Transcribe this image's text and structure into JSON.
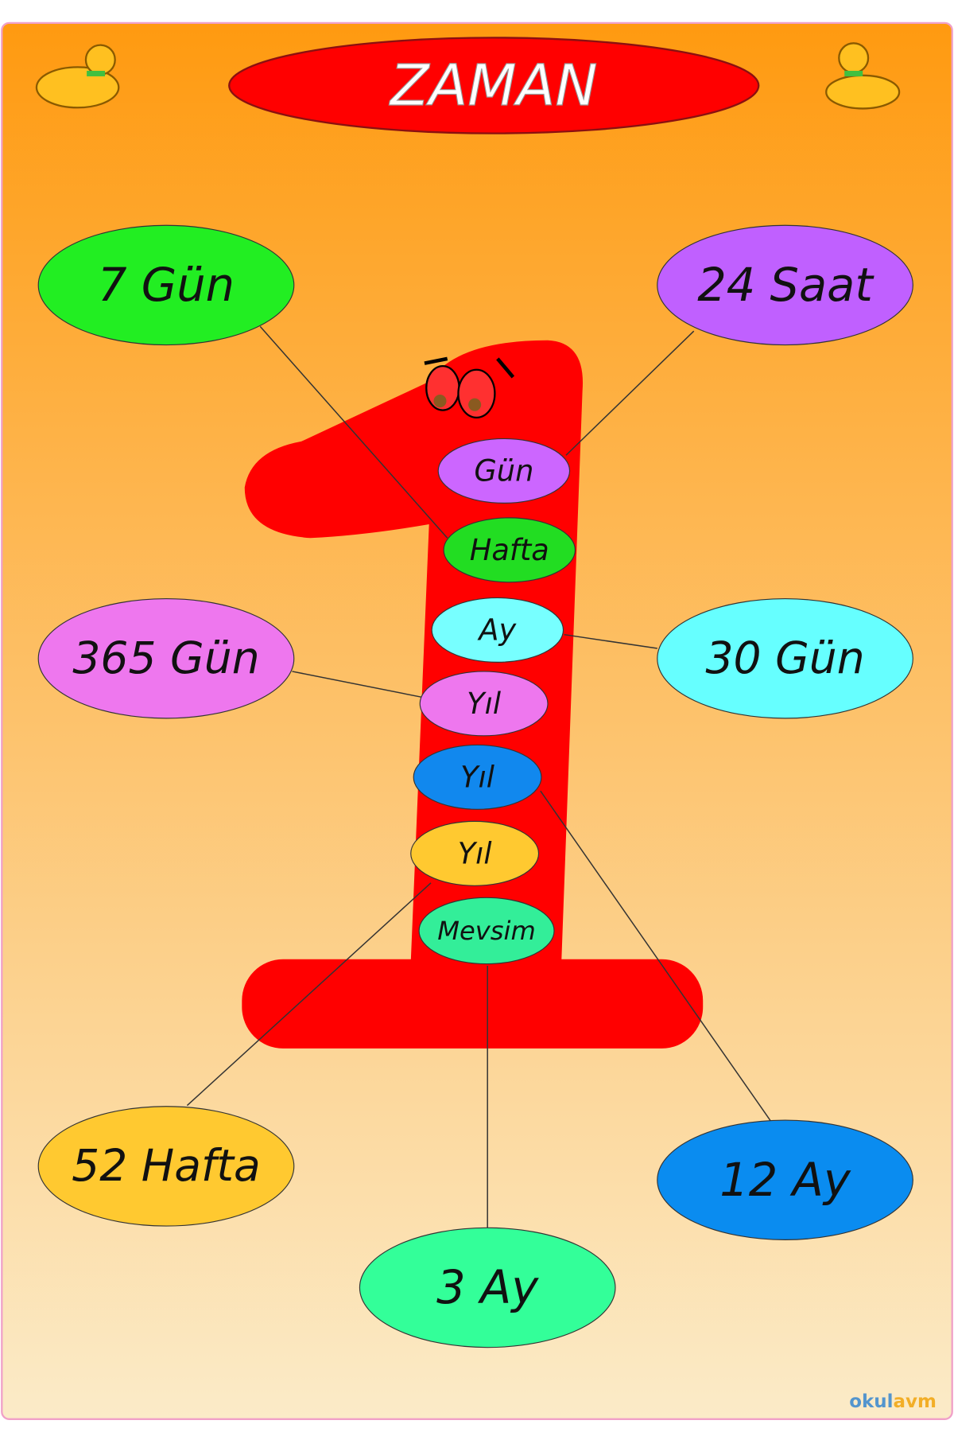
{
  "title": "ZAMAN",
  "colors": {
    "background_top": "#FF9A10",
    "background_bottom": "#FBEBC8",
    "number_one": "#FF0000",
    "title_oval": "#FF0000"
  },
  "units": [
    {
      "label": "Gün",
      "color": "#CC66FF"
    },
    {
      "label": "Hafta",
      "color": "#22DD22"
    },
    {
      "label": "Ay",
      "color": "#77FFFF"
    },
    {
      "label": "Yıl",
      "color": "#EE77EE"
    },
    {
      "label": "Yıl",
      "color": "#1188EE"
    },
    {
      "label": "Yıl",
      "color": "#FFC930"
    },
    {
      "label": "Mevsim",
      "color": "#33EE99"
    }
  ],
  "answers": [
    {
      "label": "7 Gün",
      "color": "#22EE22",
      "links_to": "Hafta"
    },
    {
      "label": "24 Saat",
      "color": "#C060FF",
      "links_to": "Gün"
    },
    {
      "label": "365 Gün",
      "color": "#EE77EE",
      "links_to": "Yıl"
    },
    {
      "label": "30 Gün",
      "color": "#66FFFF",
      "links_to": "Ay"
    },
    {
      "label": "52 Hafta",
      "color": "#FFC930",
      "links_to": "Yıl"
    },
    {
      "label": "12 Ay",
      "color": "#0A8CF0",
      "links_to": "Yıl"
    },
    {
      "label": "3 Ay",
      "color": "#33FF99",
      "links_to": "Mevsim"
    }
  ],
  "decorations": {
    "dog_left": "dog-cartoon-icon",
    "dog_right": "dog-cartoon-icon"
  },
  "logo": "okulavm"
}
